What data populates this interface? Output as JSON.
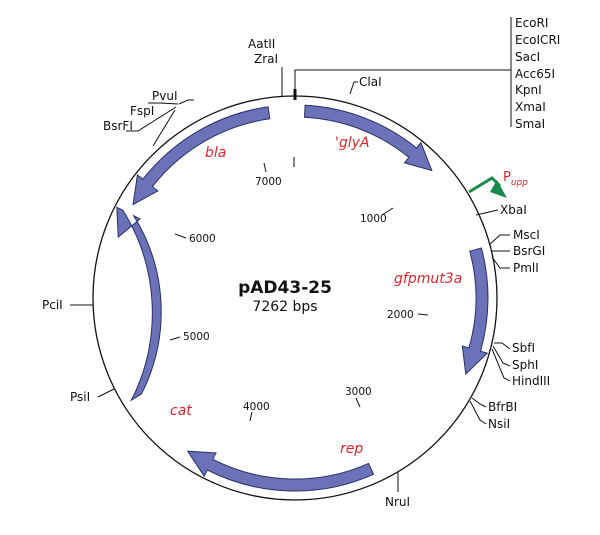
{
  "plasmid": {
    "name": "pAD43-25",
    "size": "7262 bps"
  },
  "colors": {
    "feature": "#6b72b8",
    "feature_stroke": "#2b2f6a",
    "gene_label": "#e0262c",
    "promoter": "#1a8a4a",
    "line": "#111111"
  },
  "genes": [
    {
      "id": "bla",
      "label": "bla"
    },
    {
      "id": "glyA",
      "label": "'glyA"
    },
    {
      "id": "gfpmut3a",
      "label": "gfpmut3a"
    },
    {
      "id": "rep",
      "label": "rep"
    },
    {
      "id": "cat",
      "label": "cat"
    }
  ],
  "promoter": {
    "label": "P",
    "sub": "upp"
  },
  "ticks": [
    "1000",
    "2000",
    "3000",
    "4000",
    "5000",
    "6000",
    "7000"
  ],
  "sites": {
    "top_left": [
      "AatII",
      "ZraI"
    ],
    "mcs": [
      "EcoRI",
      "EcoICRI",
      "SacI",
      "Acc65I",
      "KpnI",
      "XmaI",
      "SmaI"
    ],
    "clai": "ClaI",
    "xbai": "XbaI",
    "group_right": [
      "MscI",
      "BsrGI",
      "PmlI"
    ],
    "group_lower_right": [
      "SbfI",
      "SphI",
      "HindIII"
    ],
    "group_bottom_right": [
      "BfrBI",
      "NsiI"
    ],
    "nrui": "NruI",
    "psii": "PsiI",
    "pcii": "PciI",
    "group_top_left": [
      "PvuI",
      "FspI",
      "BsrFI"
    ]
  }
}
